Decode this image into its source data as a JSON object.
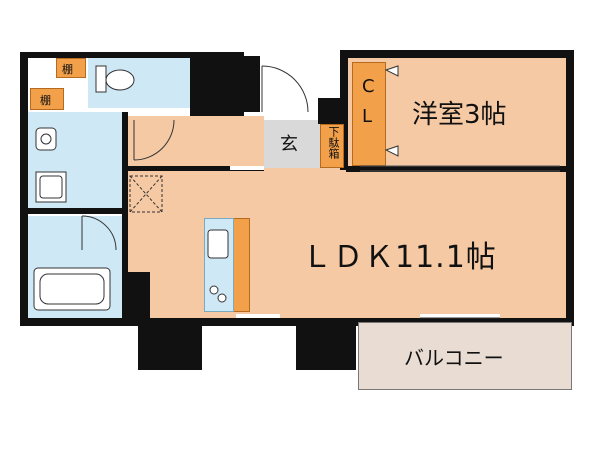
{
  "rooms": {
    "western_room": {
      "label": "洋室3帖"
    },
    "ldk": {
      "label": "ＬＤＫ11.1帖"
    },
    "entrance": {
      "label": "玄"
    },
    "shoe_box": {
      "label": "下駄箱"
    },
    "closet": {
      "label_top": "C",
      "label_bottom": "L"
    },
    "shelf_upper": {
      "label": "棚"
    },
    "shelf_lower": {
      "label": "棚"
    },
    "balcony": {
      "label": "バルコニー"
    }
  },
  "colors": {
    "wall": "#111111",
    "room_floor": "#f5c9a3",
    "wet_area": "#cfe8f6",
    "storage": "#f2a04a",
    "entrance": "#d9d9d9",
    "balcony": "#e8dcd3"
  }
}
